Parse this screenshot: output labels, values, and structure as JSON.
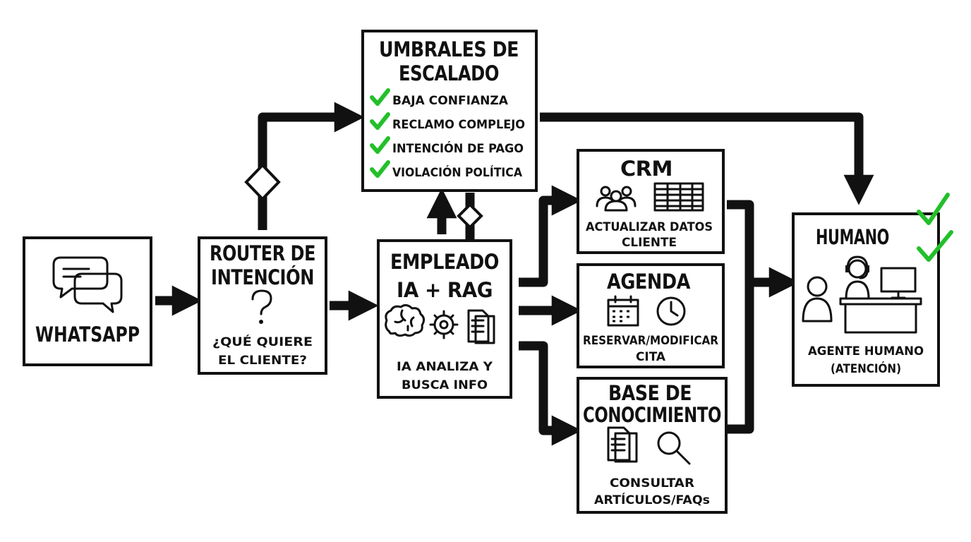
{
  "colors": {
    "ink": "#111111",
    "check": "#22c02a",
    "background": "#ffffff"
  },
  "nodes": {
    "whatsapp": {
      "title": "WHATSAPP",
      "icon": "chat-bubbles-icon"
    },
    "router": {
      "title_lines": [
        "ROUTER DE",
        "INTENCIÓN"
      ],
      "question_lines": [
        "¿QUÉ QUIERE",
        "EL CLIENTE?"
      ],
      "icon": "question-mark-icon"
    },
    "umbrales": {
      "title_lines": [
        "UMBRALES DE",
        "ESCALADO"
      ],
      "criteria": [
        "BAJA CONFIANZA",
        "RECLAMO COMPLEJO",
        "INTENCIÓN DE PAGO",
        "VIOLACIÓN POLÍTICA"
      ],
      "icon": "check-icon"
    },
    "empleado": {
      "title_lines": [
        "EMPLEADO",
        "IA + RAG"
      ],
      "desc_lines": [
        "IA ANALIZA Y",
        "BUSCA INFO"
      ],
      "icons": [
        "brain-icon",
        "gear-icon",
        "documents-icon"
      ]
    },
    "crm": {
      "title": "CRM",
      "desc_lines": [
        "ACTUALIZAR DATOS",
        "CLIENTE"
      ],
      "icons": [
        "users-icon",
        "table-icon"
      ]
    },
    "agenda": {
      "title": "AGENDA",
      "desc_lines": [
        "RESERVAR/MODIFICAR",
        "CITA"
      ],
      "icons": [
        "calendar-icon",
        "clock-icon"
      ]
    },
    "base": {
      "title_lines": [
        "BASE DE",
        "CONOCIMIENTO"
      ],
      "desc_lines": [
        "CONSULTAR",
        "ARTÍCULOS/FAQs"
      ],
      "icons": [
        "documents-icon",
        "magnifier-icon"
      ]
    },
    "humano": {
      "title": "HUMANO",
      "desc_lines": [
        "AGENTE HUMANO",
        "(ATENCIÓN)"
      ],
      "icons": [
        "person-icon",
        "agent-headset-icon",
        "monitor-icon",
        "desk-icon",
        "check-icon"
      ]
    }
  },
  "connectors": [
    "whatsapp-router",
    "router-umbrales",
    "router-empleado",
    "empleado-umbrales",
    "umbrales-humano",
    "empleado-crm",
    "empleado-agenda",
    "empleado-base",
    "tools-humano"
  ]
}
